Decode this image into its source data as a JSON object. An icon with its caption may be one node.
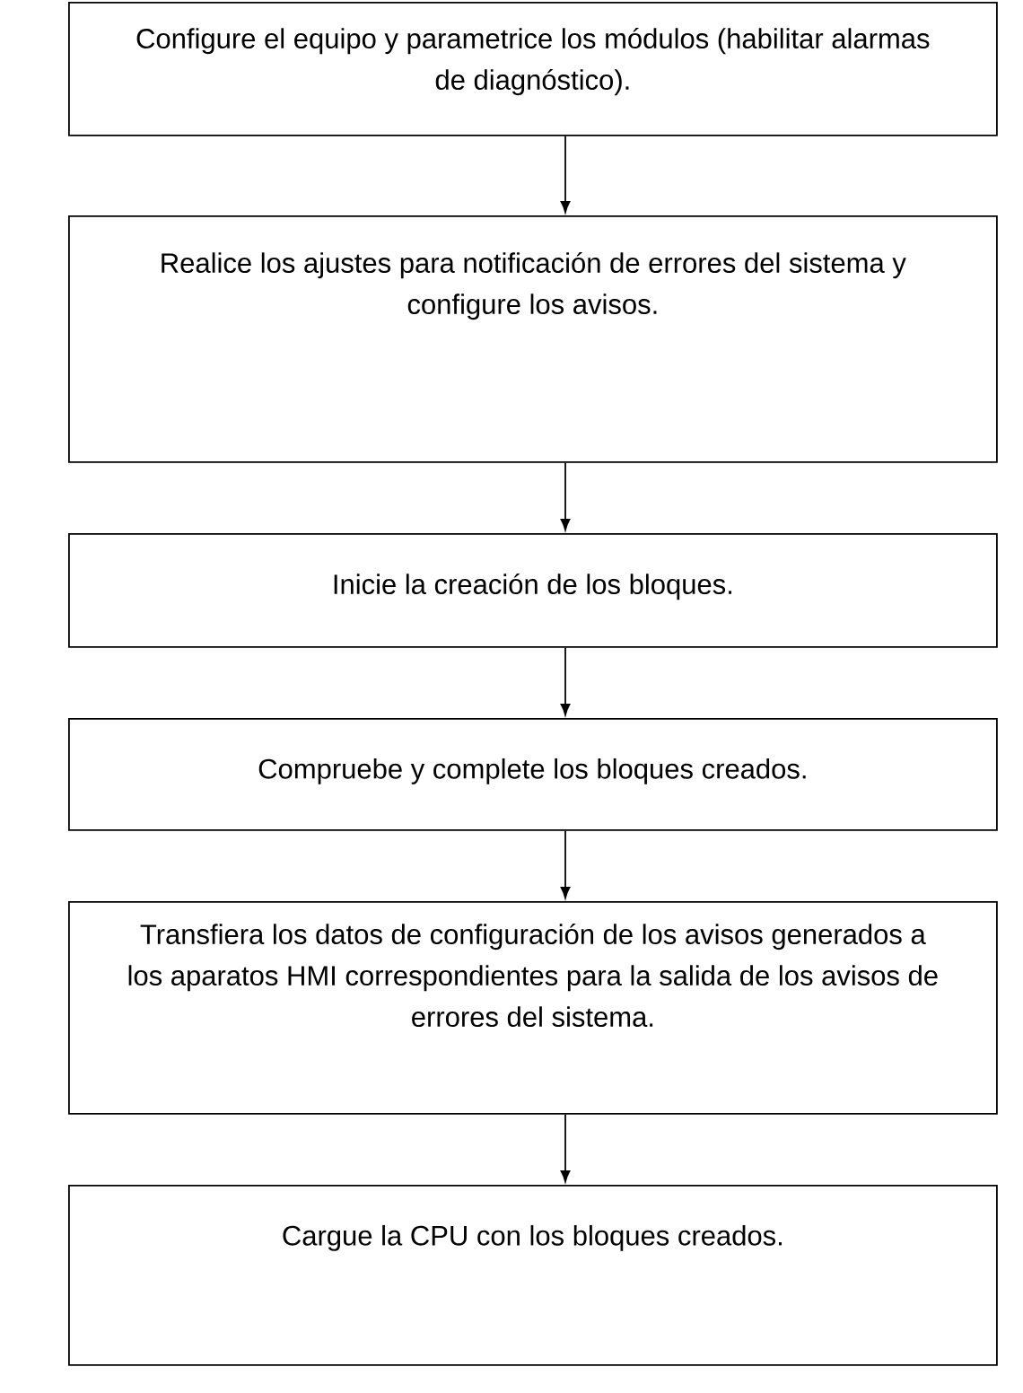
{
  "diagram": {
    "nodes": [
      {
        "text": [
          "Configure el equipo y parametrice los módulos (habilitar alarmas de diagnóstico)."
        ]
      },
      {
        "text": [
          "Realice los ajustes para notificación de errores del sistema y configure los avisos."
        ]
      },
      {
        "text": [
          "Inicie la creación de los bloques."
        ]
      },
      {
        "text": [
          "Compruebe y complete los bloques creados."
        ]
      },
      {
        "text": [
          "Transfiera los datos de configuración de los avisos generados a los aparatos HMI correspondientes para la salida de los avisos de errores del sistema."
        ]
      },
      {
        "text": [
          "Cargue la CPU con los bloques creados."
        ]
      }
    ],
    "edges": [
      {
        "from": 0,
        "to": 1,
        "arrow": "to"
      },
      {
        "from": 1,
        "to": 2,
        "arrow": "to"
      },
      {
        "from": 2,
        "to": 3,
        "arrow": "to"
      },
      {
        "from": 3,
        "to": 4,
        "arrow": "to"
      },
      {
        "from": 4,
        "to": 5,
        "arrow": "to"
      }
    ]
  }
}
